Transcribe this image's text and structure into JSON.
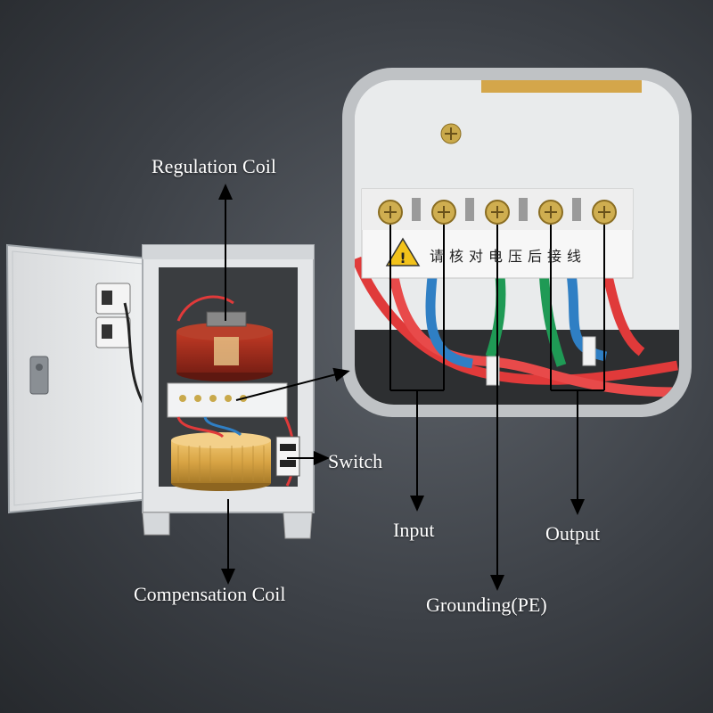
{
  "labels": {
    "regulation_coil": "Regulation Coil",
    "switch": "Switch",
    "compensation_coil": "Compensation Coil",
    "input": "Input",
    "output": "Output",
    "grounding": "Grounding(PE)"
  },
  "terminal_block_text": "请核对电压后接线",
  "warning_symbol": "!",
  "colors": {
    "background": "#3c4046",
    "cabinet": "#e4e6e8",
    "wire_red": "#e03a3a",
    "wire_blue": "#2f7fc4",
    "wire_green": "#1f9a55",
    "coil_red": "#9e2a1c",
    "coil_gold": "#d9a545",
    "arrow": "#000000"
  }
}
